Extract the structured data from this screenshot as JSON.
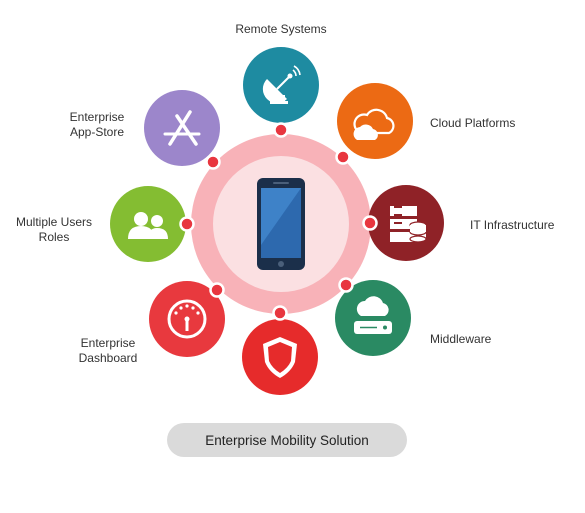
{
  "nodes": [
    {
      "id": "remote-systems",
      "label_lines": [
        "Remote Systems"
      ],
      "color": "#1e8ba1",
      "icon": "satellite-dish-icon"
    },
    {
      "id": "cloud-platforms",
      "label_lines": [
        "Cloud Platforms"
      ],
      "color": "#ec6a14",
      "icon": "cloud-icon"
    },
    {
      "id": "it-infrastructure",
      "label_lines": [
        "IT Infrastructure"
      ],
      "color": "#8f2227",
      "icon": "server-database-icon"
    },
    {
      "id": "middleware",
      "label_lines": [
        "Middleware"
      ],
      "color": "#2a8a63",
      "icon": "cloud-server-icon"
    },
    {
      "id": "security",
      "label_lines": [],
      "color": "#e62b2b",
      "icon": "shield-icon"
    },
    {
      "id": "enterprise-dashboard",
      "label_lines": [
        "Enterprise",
        "Dashboard"
      ],
      "color": "#e8393e",
      "icon": "gauge-icon"
    },
    {
      "id": "multiple-users-roles",
      "label_lines": [
        "Multiple Users",
        "Roles"
      ],
      "color": "#84bd32",
      "icon": "users-icon"
    },
    {
      "id": "enterprise-app-store",
      "label_lines": [
        "Enterprise",
        "App-Store"
      ],
      "color": "#9c86cb",
      "icon": "app-store-icon"
    }
  ],
  "center": {
    "icon": "smartphone-icon",
    "ring_color": "#f8b2b8",
    "inner_color": "#fbe0e2",
    "dot_color": "#e8363f"
  },
  "footer": {
    "title": "Enterprise Mobility Solution"
  }
}
